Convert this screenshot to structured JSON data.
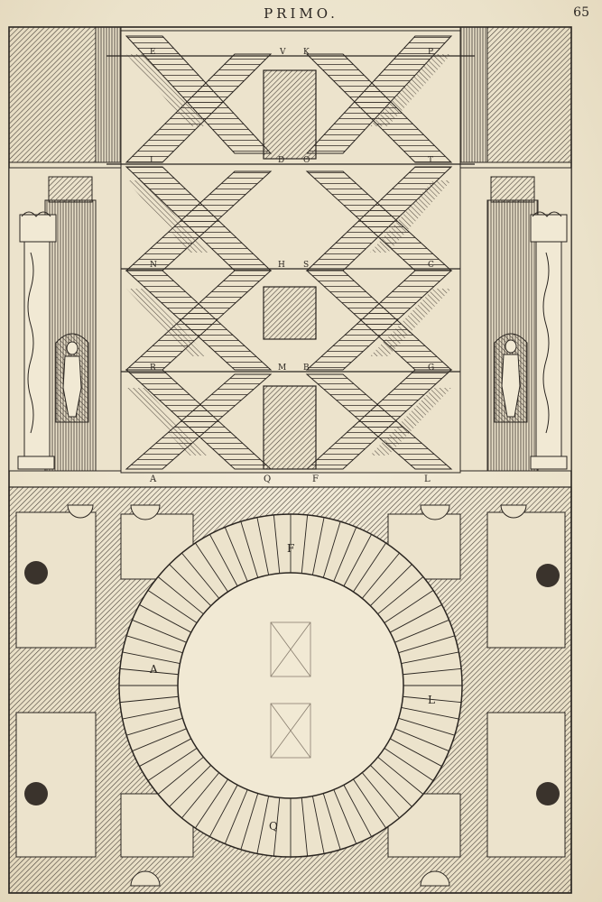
{
  "header": {
    "running_head": "PRIMO.",
    "folio": "65"
  },
  "elevation": {
    "labels_row1": [
      "E",
      "V",
      "K",
      "P"
    ],
    "labels_row2": [
      "I",
      "D",
      "O",
      "T"
    ],
    "labels_row3": [
      "N",
      "H",
      "S",
      "C"
    ],
    "labels_row4": [
      "R",
      "M",
      "B",
      "G"
    ],
    "labels_base": [
      "A",
      "Q",
      "F",
      "L"
    ]
  },
  "plan": {
    "label_top": "F",
    "label_left": "A",
    "label_right": "L",
    "label_bottom": "Q"
  },
  "colors": {
    "paper": "#efe7d3",
    "ink": "#2a2520",
    "hatch": "#4a423a"
  }
}
